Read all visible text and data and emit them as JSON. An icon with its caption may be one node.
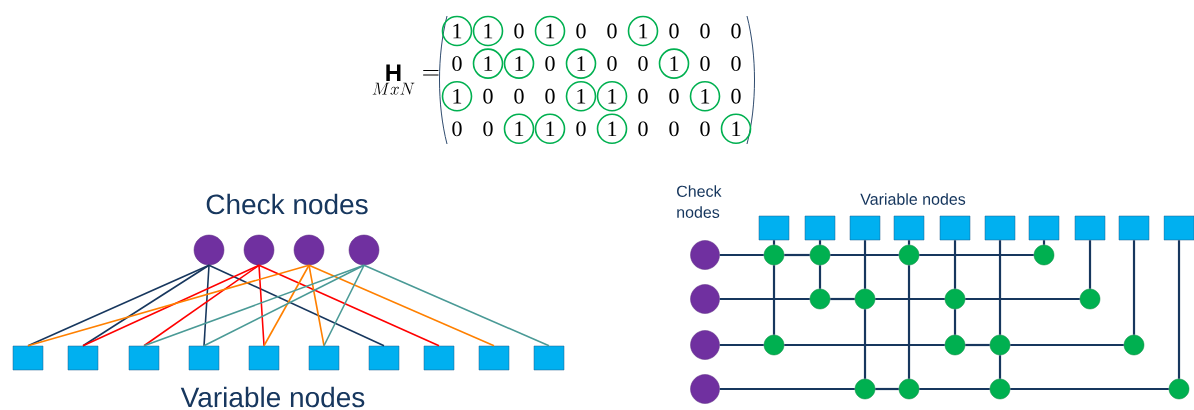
{
  "diagram": {
    "nodes": [
      {
        "text": [
          "1"
        ]
      },
      {
        "text": [
          "1"
        ]
      },
      {
        "text": [
          "1"
        ]
      },
      {
        "text": [
          "1"
        ]
      },
      {
        "text": [
          "1"
        ]
      },
      {
        "text": [
          "1"
        ]
      },
      {
        "text": [
          "1"
        ]
      },
      {
        "text": [
          "1"
        ]
      },
      {
        "text": [
          "1"
        ]
      },
      {
        "text": [
          "1"
        ]
      },
      {
        "text": [
          "1"
        ]
      },
      {
        "text": [
          "1"
        ]
      },
      {
        "text": [
          "1"
        ]
      },
      {
        "text": [
          "1"
        ]
      },
      {
        "text": [
          "1"
        ]
      },
      {
        "text": [
          "1"
        ]
      },
      {
        "text": [],
        "shape": "circle"
      },
      {
        "text": [],
        "shape": "circle"
      },
      {
        "text": [],
        "shape": "circle"
      },
      {
        "text": [],
        "shape": "circle"
      },
      {
        "text": [],
        "shape": "box"
      },
      {
        "text": [],
        "shape": "box"
      },
      {
        "text": [],
        "shape": "box"
      },
      {
        "text": [],
        "shape": "box"
      },
      {
        "text": [],
        "shape": "box"
      },
      {
        "text": [],
        "shape": "box"
      },
      {
        "text": [],
        "shape": "box"
      },
      {
        "text": [],
        "shape": "box"
      },
      {
        "text": [],
        "shape": "box"
      },
      {
        "text": [],
        "shape": "box"
      },
      {
        "text": [],
        "shape": "circle"
      },
      {
        "text": [],
        "shape": "circle"
      },
      {
        "text": [],
        "shape": "circle"
      },
      {
        "text": [],
        "shape": "circle"
      },
      {
        "text": [],
        "shape": "box"
      },
      {
        "text": [],
        "shape": "box"
      },
      {
        "text": [],
        "shape": "box"
      },
      {
        "text": [],
        "shape": "box"
      },
      {
        "text": [],
        "shape": "box"
      },
      {
        "text": [],
        "shape": "box"
      },
      {
        "text": [],
        "shape": "box"
      },
      {
        "text": [],
        "shape": "box"
      },
      {
        "text": [],
        "shape": "box"
      },
      {
        "text": [],
        "shape": "box"
      },
      {
        "text": [],
        "shape": "circle"
      },
      {
        "text": [],
        "shape": "circle"
      },
      {
        "text": [],
        "shape": "circle"
      },
      {
        "text": [],
        "shape": "circle"
      },
      {
        "text": [],
        "shape": "circle"
      },
      {
        "text": [],
        "shape": "circle"
      },
      {
        "text": [],
        "shape": "circle"
      },
      {
        "text": [],
        "shape": "circle"
      },
      {
        "text": [],
        "shape": "circle"
      },
      {
        "text": [],
        "shape": "circle"
      },
      {
        "text": [],
        "shape": "circle"
      },
      {
        "text": [],
        "shape": "circle"
      },
      {
        "text": [],
        "shape": "circle"
      },
      {
        "text": [],
        "shape": "circle"
      },
      {
        "text": [],
        "shape": "circle"
      },
      {
        "text": [],
        "shape": "circle"
      }
    ],
    "edges": [
      {
        "from": 16,
        "to": 20,
        "arrow": "none",
        "color": "#17375e"
      },
      {
        "from": 16,
        "to": 21,
        "arrow": "none",
        "color": "#17375e"
      },
      {
        "from": 16,
        "to": 23,
        "arrow": "none",
        "color": "#17375e"
      },
      {
        "from": 16,
        "to": 26,
        "arrow": "none",
        "color": "#17375e"
      },
      {
        "from": 17,
        "to": 21,
        "arrow": "none",
        "color": "#ff0000"
      },
      {
        "from": 17,
        "to": 22,
        "arrow": "none",
        "color": "#ff0000"
      },
      {
        "from": 17,
        "to": 24,
        "arrow": "none",
        "color": "#ff0000"
      },
      {
        "from": 17,
        "to": 27,
        "arrow": "none",
        "color": "#ff0000"
      },
      {
        "from": 18,
        "to": 20,
        "arrow": "none",
        "color": "#ff8000"
      },
      {
        "from": 18,
        "to": 24,
        "arrow": "none",
        "color": "#ff8000"
      },
      {
        "from": 18,
        "to": 25,
        "arrow": "none",
        "color": "#ff8000"
      },
      {
        "from": 18,
        "to": 28,
        "arrow": "none",
        "color": "#ff8000"
      },
      {
        "from": 19,
        "to": 22,
        "arrow": "none",
        "color": "#4a9a96"
      },
      {
        "from": 19,
        "to": 23,
        "arrow": "none",
        "color": "#4a9a96"
      },
      {
        "from": 19,
        "to": 25,
        "arrow": "none",
        "color": "#4a9a96"
      },
      {
        "from": 19,
        "to": 29,
        "arrow": "none",
        "color": "#4a9a96"
      },
      {
        "from": 30,
        "to": 44,
        "arrow": "none"
      },
      {
        "from": 44,
        "to": 45,
        "arrow": "none"
      },
      {
        "from": 45,
        "to": 46,
        "arrow": "none"
      },
      {
        "from": 46,
        "to": 47,
        "arrow": "none"
      },
      {
        "from": 31,
        "to": 48,
        "arrow": "none"
      },
      {
        "from": 48,
        "to": 49,
        "arrow": "none"
      },
      {
        "from": 49,
        "to": 50,
        "arrow": "none"
      },
      {
        "from": 50,
        "to": 51,
        "arrow": "none"
      },
      {
        "from": 32,
        "to": 52,
        "arrow": "none"
      },
      {
        "from": 52,
        "to": 53,
        "arrow": "none"
      },
      {
        "from": 53,
        "to": 54,
        "arrow": "none"
      },
      {
        "from": 54,
        "to": 55,
        "arrow": "none"
      },
      {
        "from": 33,
        "to": 56,
        "arrow": "none"
      },
      {
        "from": 56,
        "to": 57,
        "arrow": "none"
      },
      {
        "from": 57,
        "to": 58,
        "arrow": "none"
      },
      {
        "from": 58,
        "to": 59,
        "arrow": "none"
      },
      {
        "from": 34,
        "to": 44,
        "arrow": "none"
      },
      {
        "from": 44,
        "to": 52,
        "arrow": "none"
      },
      {
        "from": 35,
        "to": 45,
        "arrow": "none"
      },
      {
        "from": 45,
        "to": 48,
        "arrow": "none"
      },
      {
        "from": 36,
        "to": 49,
        "arrow": "none"
      },
      {
        "from": 49,
        "to": 56,
        "arrow": "none"
      },
      {
        "from": 37,
        "to": 46,
        "arrow": "none"
      },
      {
        "from": 46,
        "to": 57,
        "arrow": "none"
      },
      {
        "from": 38,
        "to": 50,
        "arrow": "none"
      },
      {
        "from": 50,
        "to": 53,
        "arrow": "none"
      },
      {
        "from": 39,
        "to": 54,
        "arrow": "none"
      },
      {
        "from": 54,
        "to": 58,
        "arrow": "none"
      },
      {
        "from": 40,
        "to": 47,
        "arrow": "none"
      },
      {
        "from": 41,
        "to": 51,
        "arrow": "none"
      },
      {
        "from": 42,
        "to": 55,
        "arrow": "none"
      },
      {
        "from": 43,
        "to": 59,
        "arrow": "none"
      }
    ],
    "labels": [
      "\\mathop{\\mathbf{H}}\\limits_{MxN} =",
      "0",
      "0",
      "0",
      "0",
      "0",
      "0",
      "0",
      "0",
      "0",
      "0",
      "0",
      "0",
      "0",
      "0",
      "0",
      "0",
      "0",
      "0",
      "0",
      "0",
      "0",
      "0",
      "0",
      "0",
      "Check nodes",
      "Check nodes",
      "Variable nodes",
      "Variable nodes"
    ]
  }
}
